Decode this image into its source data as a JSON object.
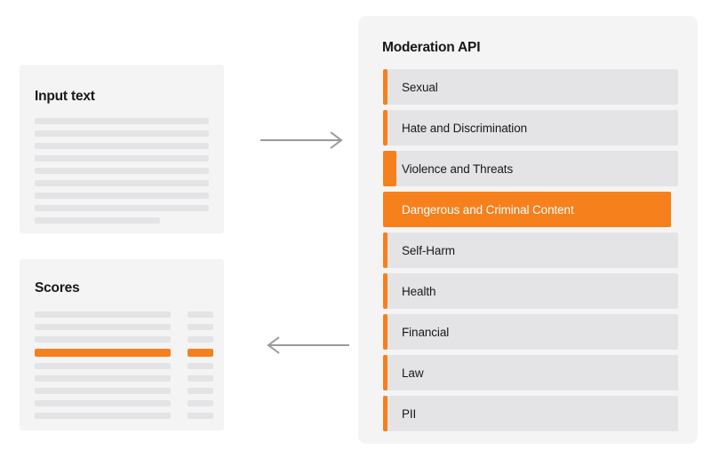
{
  "input_card": {
    "title": "Input text",
    "placeholder_line_count": 9,
    "last_line_short": true
  },
  "scores_card": {
    "title": "Scores",
    "row_count": 9,
    "flagged_row_index": 3
  },
  "arrows": {
    "to_api": {
      "icon": "arrow-right-icon",
      "color": "#9a9a9a"
    },
    "to_scores": {
      "icon": "arrow-left-icon",
      "color": "#9a9a9a"
    }
  },
  "moderation_panel": {
    "title": "Moderation API",
    "accent_color": "#f5801c",
    "track_color": "#e4e4e6",
    "panel_color": "#f4f4f4",
    "categories": [
      {
        "label": "Sexual",
        "score_pct": 1.6,
        "flagged": false
      },
      {
        "label": "Hate and Discrimination",
        "score_pct": 1.6,
        "flagged": false
      },
      {
        "label": "Violence and Threats",
        "score_pct": 4.6,
        "flagged": false
      },
      {
        "label": "Dangerous and Criminal Content",
        "score_pct": 97.5,
        "flagged": true
      },
      {
        "label": "Self-Harm",
        "score_pct": 1.6,
        "flagged": false
      },
      {
        "label": "Health",
        "score_pct": 1.6,
        "flagged": false
      },
      {
        "label": "Financial",
        "score_pct": 1.6,
        "flagged": false
      },
      {
        "label": "Law",
        "score_pct": 1.6,
        "flagged": false
      },
      {
        "label": "PII",
        "score_pct": 1.6,
        "flagged": false
      }
    ]
  }
}
